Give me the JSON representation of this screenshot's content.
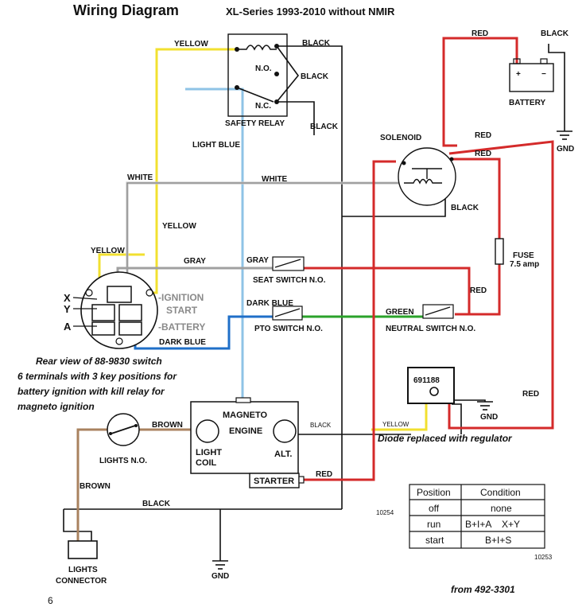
{
  "header": {
    "title": "Wiring Diagram",
    "subtitle": "XL-Series 1993-2010 without NMIR"
  },
  "components": {
    "safety_relay": "SAFETY RELAY",
    "relay_no": "N.O.",
    "relay_nc": "N.C.",
    "battery": "BATTERY",
    "solenoid": "SOLENOID",
    "fuse": "FUSE",
    "fuse_rating": "7.5 amp",
    "seat_switch": "SEAT SWITCH N.O.",
    "pto_switch": "PTO SWITCH N.O.",
    "neutral_switch": "NEUTRAL SWITCH N.O.",
    "regulator": "691188",
    "magneto": "MAGNETO",
    "engine": "ENGINE",
    "light_coil_1": "LIGHT",
    "light_coil_2": "COIL",
    "alt": "ALT.",
    "starter": "STARTER",
    "lights": "LIGHTS N.O.",
    "lights_connector_1": "LIGHTS",
    "lights_connector_2": "CONNECTOR",
    "gnd": "GND",
    "plus": "+",
    "minus": "−"
  },
  "wires": {
    "yellow": "YELLOW",
    "black": "BLACK",
    "red": "RED",
    "light_blue": "LIGHT BLUE",
    "white": "WHITE",
    "gray": "GRAY",
    "dark_blue": "DARK BLUE",
    "green": "GREEN",
    "brown": "BROWN"
  },
  "ignition_switch": {
    "x": "X",
    "y": "Y",
    "a": "A",
    "i_label": "-IGNITION",
    "s_label": "START",
    "b_label": "-BATTERY",
    "note_lines": [
      "Rear view of 88-9830 switch",
      "6 terminals with 3 key positions for",
      "battery ignition with kill relay for",
      "magneto ignition"
    ]
  },
  "annotations": {
    "diode_note": "Diode replaced with regulator",
    "code_1": "10254",
    "code_2": "10253",
    "source": "from 492-3301",
    "page_number": "6"
  },
  "colors": {
    "yellow_wire": "#f2e030",
    "red_wire": "#d42a2a",
    "light_blue_wire": "#8fc3e6",
    "gray_wire": "#a0a0a0",
    "dark_blue_wire": "#1f6fc8",
    "green_wire": "#2aa22a",
    "brown_wire": "#a9825f",
    "black_wire": "#111111"
  },
  "position_table": {
    "headers": [
      "Position",
      "Condition"
    ],
    "rows": [
      {
        "position": "off",
        "condition": "none"
      },
      {
        "position": "run",
        "condition": "B+I+A    X+Y"
      },
      {
        "position": "start",
        "condition": "B+I+S"
      }
    ]
  }
}
